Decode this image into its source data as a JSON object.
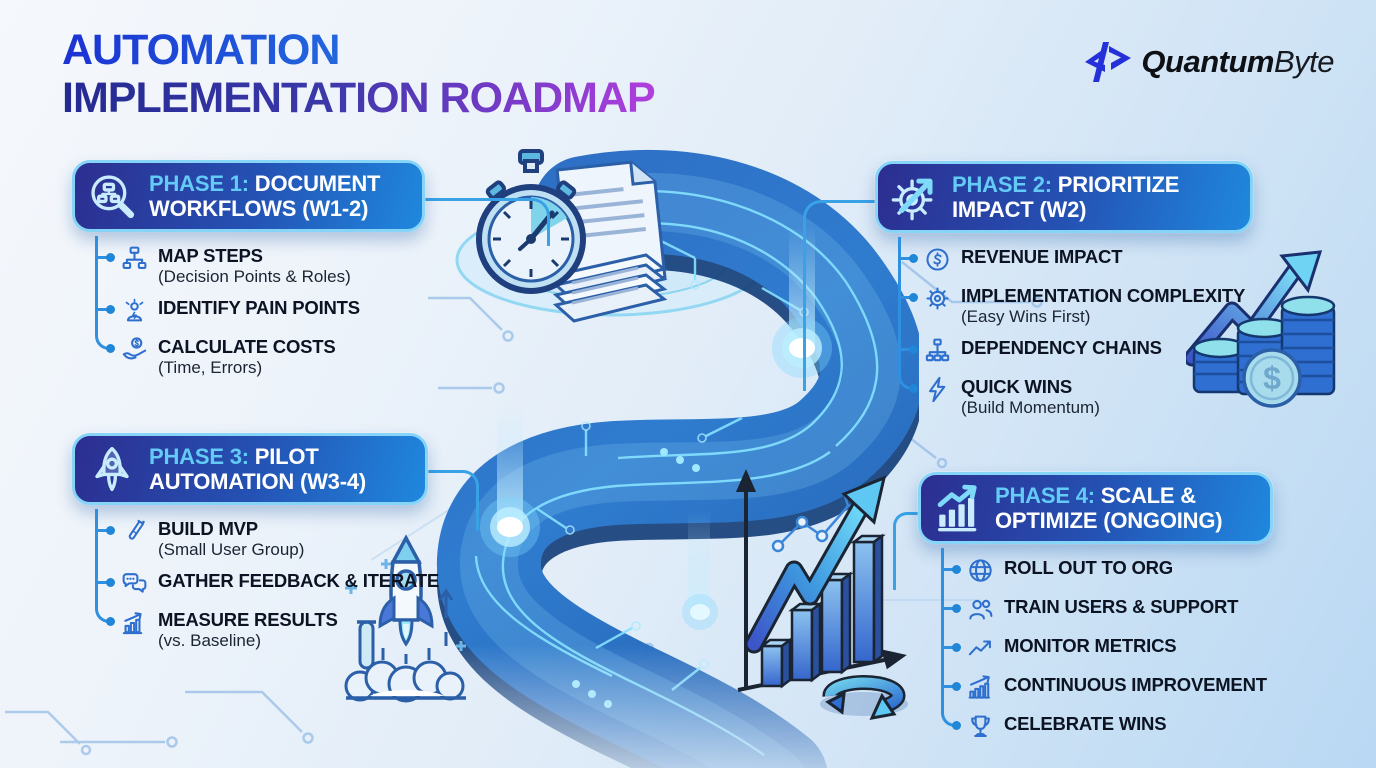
{
  "page_title": {
    "line1": "AUTOMATION",
    "line2": "IMPLEMENTATION ROADMAP"
  },
  "brand": {
    "name_primary": "Quantum",
    "name_secondary": "Byte",
    "logo_icon": "quantumbyte-mark-icon"
  },
  "phases": [
    {
      "id": 1,
      "label": "PHASE 1:",
      "title": "DOCUMENT WORKFLOWS (W1-2)",
      "header_icon": "magnifier-flowchart-icon",
      "items": [
        {
          "label": "MAP STEPS",
          "sub": "(Decision Points & Roles)",
          "icon": "flowchart-icon"
        },
        {
          "label": "IDENTIFY PAIN POINTS",
          "sub": "",
          "icon": "pain-person-icon"
        },
        {
          "label": "CALCULATE COSTS",
          "sub": "(Time, Errors)",
          "icon": "hand-coin-icon"
        }
      ]
    },
    {
      "id": 2,
      "label": "PHASE 2:",
      "title": "PRIORITIZE IMPACT (W2)",
      "header_icon": "gear-arrow-icon",
      "items": [
        {
          "label": "REVENUE IMPACT",
          "sub": "",
          "icon": "dollar-coin-icon"
        },
        {
          "label": "IMPLEMENTATION COMPLEXITY",
          "sub": "(Easy Wins First)",
          "icon": "gear-icon"
        },
        {
          "label": "DEPENDENCY CHAINS",
          "sub": "",
          "icon": "hierarchy-icon"
        },
        {
          "label": "QUICK WINS",
          "sub": "(Build Momentum)",
          "icon": "lightning-icon"
        }
      ]
    },
    {
      "id": 3,
      "label": "PHASE 3:",
      "title": "PILOT AUTOMATION (W3-4)",
      "header_icon": "rocket-icon",
      "items": [
        {
          "label": "BUILD MVP",
          "sub": "(Small User Group)",
          "icon": "test-tube-icon"
        },
        {
          "label": "GATHER FEEDBACK & ITERATE",
          "sub": "",
          "icon": "chat-bubbles-icon"
        },
        {
          "label": "MEASURE RESULTS",
          "sub": "(vs. Baseline)",
          "icon": "growth-chart-icon"
        }
      ]
    },
    {
      "id": 4,
      "label": "PHASE 4:",
      "title": "SCALE & OPTIMIZE (ONGOING)",
      "header_icon": "bar-chart-arrow-icon",
      "items": [
        {
          "label": "ROLL OUT TO ORG",
          "sub": "",
          "icon": "globe-icon"
        },
        {
          "label": "TRAIN USERS & SUPPORT",
          "sub": "",
          "icon": "users-icon"
        },
        {
          "label": "MONITOR METRICS",
          "sub": "",
          "icon": "trend-line-icon"
        },
        {
          "label": "CONTINUOUS IMPROVEMENT",
          "sub": "",
          "icon": "bar-growth-icon"
        },
        {
          "label": "CELEBRATE WINS",
          "sub": "",
          "icon": "trophy-icon"
        }
      ]
    }
  ],
  "illustrations": {
    "center": "isometric-circuit-road",
    "top": "stopwatch-and-documents",
    "left": "rocket-launch-with-test-tube",
    "bottom": "growth-bar-chart-with-arrow-and-refresh",
    "right": "coin-stacks-with-rising-arrow",
    "dollar_sign": "$"
  },
  "colors": {
    "phase_box_gradient": [
      "#2c2e90",
      "#1f88de"
    ],
    "phase_box_border": "#86d5f8",
    "phase_label_text": "#63cbf5",
    "phase_title_text": "#ffffff",
    "connector_line": "#39a2e6",
    "bullet_dot": "#1f86d8",
    "bullet_icon": "#2e6fce",
    "body_text": "#0c1322",
    "title_gradient_line1": [
      "#1b32d2",
      "#2ba3ea"
    ],
    "title_gradient_line2": [
      "#232a90",
      "#b13fde"
    ],
    "road_blue": "#2f7ccf",
    "background_top": "#f5f8fc",
    "background_bottom": "#b9d8f3"
  }
}
